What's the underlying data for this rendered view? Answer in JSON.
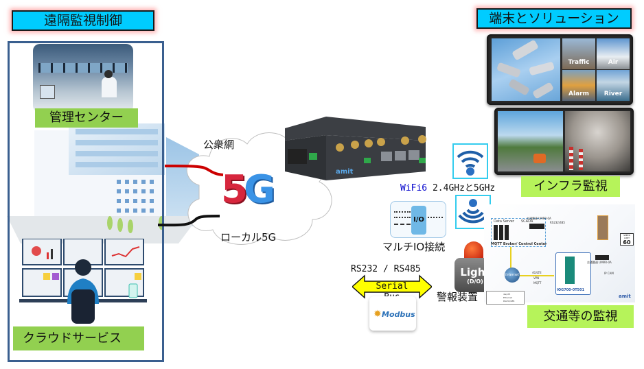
{
  "left": {
    "title": "遠隔監視制御",
    "center_label": "管理センター",
    "cloud_label": "クラウドサービス"
  },
  "network": {
    "public_label": "公衆網",
    "local_label": "ローカル5G",
    "badge": "5G"
  },
  "router": {
    "brand": "amit"
  },
  "right": {
    "title": "端末とソリューション",
    "camera_tiles": [
      "Traffic",
      "Air",
      "Alarm",
      "River"
    ],
    "infra_label": "インフラ監視",
    "traffic_label": "交通等の監視"
  },
  "wifi": {
    "name": "WiFi6",
    "bands": " 2.4GHzと5GHz"
  },
  "io": {
    "chip": "I/O",
    "label": "マルチIO接続"
  },
  "serial": {
    "protocols": "RS232 / RS485",
    "bus": "Serial Bus",
    "device": "Modbus"
  },
  "alarm": {
    "light": "Light",
    "sub": "(D/O)",
    "label": "警報装置"
  },
  "traffic_diagram": {
    "server_label": "Data Server",
    "scada_label": "SCADA",
    "mqtt_label": "MQTT Broker/ Control Center",
    "internet_label": "Internet",
    "link1": "4G/LTE",
    "link2": "VPN",
    "link3": "MQTT",
    "device": "IOG700-0T501",
    "sd_label": "SD Card for Data Logging",
    "radar1": "交通雷達 UMRR-0A",
    "serial": "RS232/485",
    "radar2": "交通雷達 UMRR-0A",
    "ipcam": "IP CAM",
    "speed_sign": [
      "SPEED",
      "LIMIT",
      "60"
    ],
    "legend": [
      "4G/LTE",
      "Ethernet",
      "RS232/485"
    ],
    "brand": "amit"
  },
  "colors": {
    "title_bg": "#00ccff",
    "green_label": "#92d050",
    "lime_label": "#b6f35a",
    "panel_border": "#3a5f8f",
    "wifi_blue": "#0000cc",
    "red_cable": "#cc0000"
  }
}
